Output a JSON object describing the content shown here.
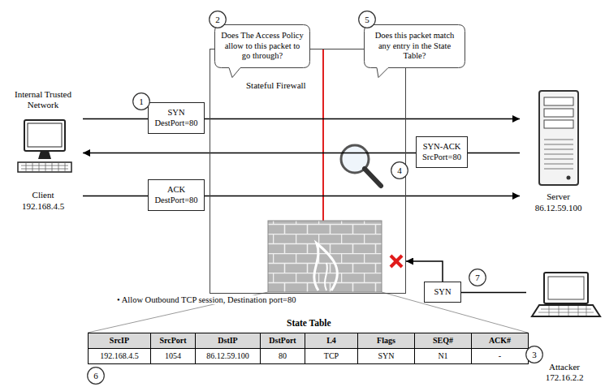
{
  "diagram": {
    "nodes": [
      {
        "text": [
          "Internal Trusted Network",
          "Client",
          "192.168.4.5"
        ]
      },
      {
        "text": [
          "1"
        ]
      },
      {
        "text": [
          "2"
        ]
      },
      {
        "text": [
          "Does The Access Policy allow to this packet to go through?"
        ]
      },
      {
        "text": [
          "Stateful Firewall"
        ]
      },
      {
        "text": [
          "5"
        ]
      },
      {
        "text": [
          "Does this packet match any entry in the State Table?"
        ]
      },
      {
        "text": [
          "SYN",
          "DestPort=80"
        ]
      },
      {
        "text": [
          "Server",
          "86.12.59.100"
        ]
      },
      {
        "text": [
          "4"
        ]
      },
      {
        "text": [
          "SYN-ACK",
          "SrcPort=80"
        ]
      },
      {
        "text": [
          "ACK",
          "DestPort=80"
        ]
      },
      {
        "text": [
          "7"
        ]
      },
      {
        "text": [
          "SYN"
        ]
      },
      {
        "text": [
          "Attacker",
          "172.16.2.2"
        ]
      },
      {
        "text": [
          "3"
        ]
      },
      {
        "text": [
          "6"
        ]
      }
    ],
    "edges": [
      {
        "from": 0,
        "to": 7,
        "arrow": "none"
      },
      {
        "from": 7,
        "to": 8,
        "arrow": "to"
      },
      {
        "from": 8,
        "to": 10,
        "arrow": "none"
      },
      {
        "from": 10,
        "to": 0,
        "arrow": "to"
      },
      {
        "from": 0,
        "to": 11,
        "arrow": "none"
      },
      {
        "from": 11,
        "to": 8,
        "arrow": "to"
      },
      {
        "from": 14,
        "to": 13,
        "arrow": "none"
      },
      {
        "from": 13,
        "to": 4,
        "arrow": "to"
      }
    ],
    "labels": [
      "• Allow Outbound TCP session, Destination port=80",
      "State Table",
      "SrcIP",
      "SrcPort",
      "DstIP",
      "DstPort",
      "L4",
      "Flags",
      "SEQ#",
      "ACK#",
      "192.168.4.5",
      "1054",
      "86.12.59.100",
      "80",
      "TCP",
      "SYN",
      "N1",
      "-"
    ]
  }
}
